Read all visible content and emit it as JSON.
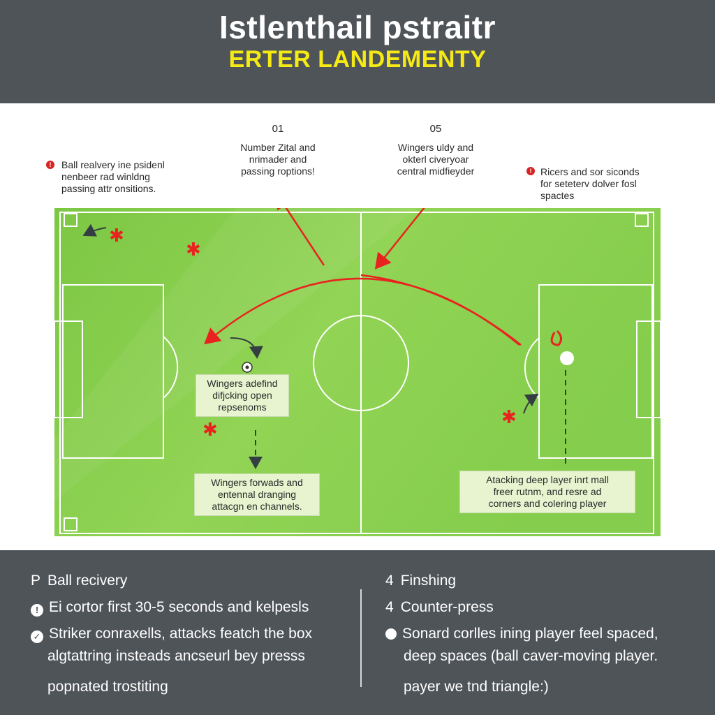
{
  "header": {
    "title": "Istlenthail pstraitr",
    "subtitle": "ERTER LANDEMENTY"
  },
  "annotations": {
    "top_left": {
      "marker": "!",
      "lines": [
        "Ball realvery ine psidenl",
        "nenbeer rad winldng",
        "passing attr onsitions."
      ]
    },
    "top_center_left": {
      "number": "01",
      "lines": [
        "Number Zital and",
        "nrimader and",
        "passing roptions!"
      ]
    },
    "top_center_right": {
      "number": "05",
      "lines": [
        "Wingers uldy and",
        "okterl civeryoar",
        "central midfieyder"
      ]
    },
    "top_right": {
      "marker": "!",
      "lines": [
        "Ricers and sor siconds",
        "for seteterv dolver fosl",
        "spactes"
      ]
    }
  },
  "pitch_boxes": {
    "box1": [
      "Wingers adefind",
      "difjcking open",
      "repsenoms"
    ],
    "box2": [
      "Wingers forwads and",
      "entennal dranging",
      "attacgn en channels."
    ],
    "box3": [
      "Atacking deep layer inrt mall",
      "freer rutnm, and resre ad",
      "corners and colering player"
    ]
  },
  "colors": {
    "header_bg": "#4f5459",
    "subtitle": "#f5ea14",
    "pitch_green": "#86cf4a",
    "arrow_red": "#e8231f"
  },
  "footer": {
    "left": [
      {
        "icon": "P",
        "text": "Ball recivery"
      },
      {
        "icon": "!",
        "text": "Ei cortor first 30-5 seconds and kelpesls"
      },
      {
        "icon": "check-icon",
        "text": "Striker conraxells, attacks featch the box"
      },
      {
        "icon": "",
        "text": "algtattring insteads ancseurl bey presss"
      },
      {
        "icon": "",
        "text": "popnated trostiting"
      }
    ],
    "right": [
      {
        "icon": "4",
        "text": "Finshing"
      },
      {
        "icon": "4",
        "text": "Counter-press"
      },
      {
        "icon": "dot-icon",
        "text": "Sonard corlles ining player feel spaced,"
      },
      {
        "icon": "",
        "text": "deep spaces (ball caver-moving player."
      },
      {
        "icon": "",
        "text": "payer we tnd triangle:)"
      }
    ]
  }
}
